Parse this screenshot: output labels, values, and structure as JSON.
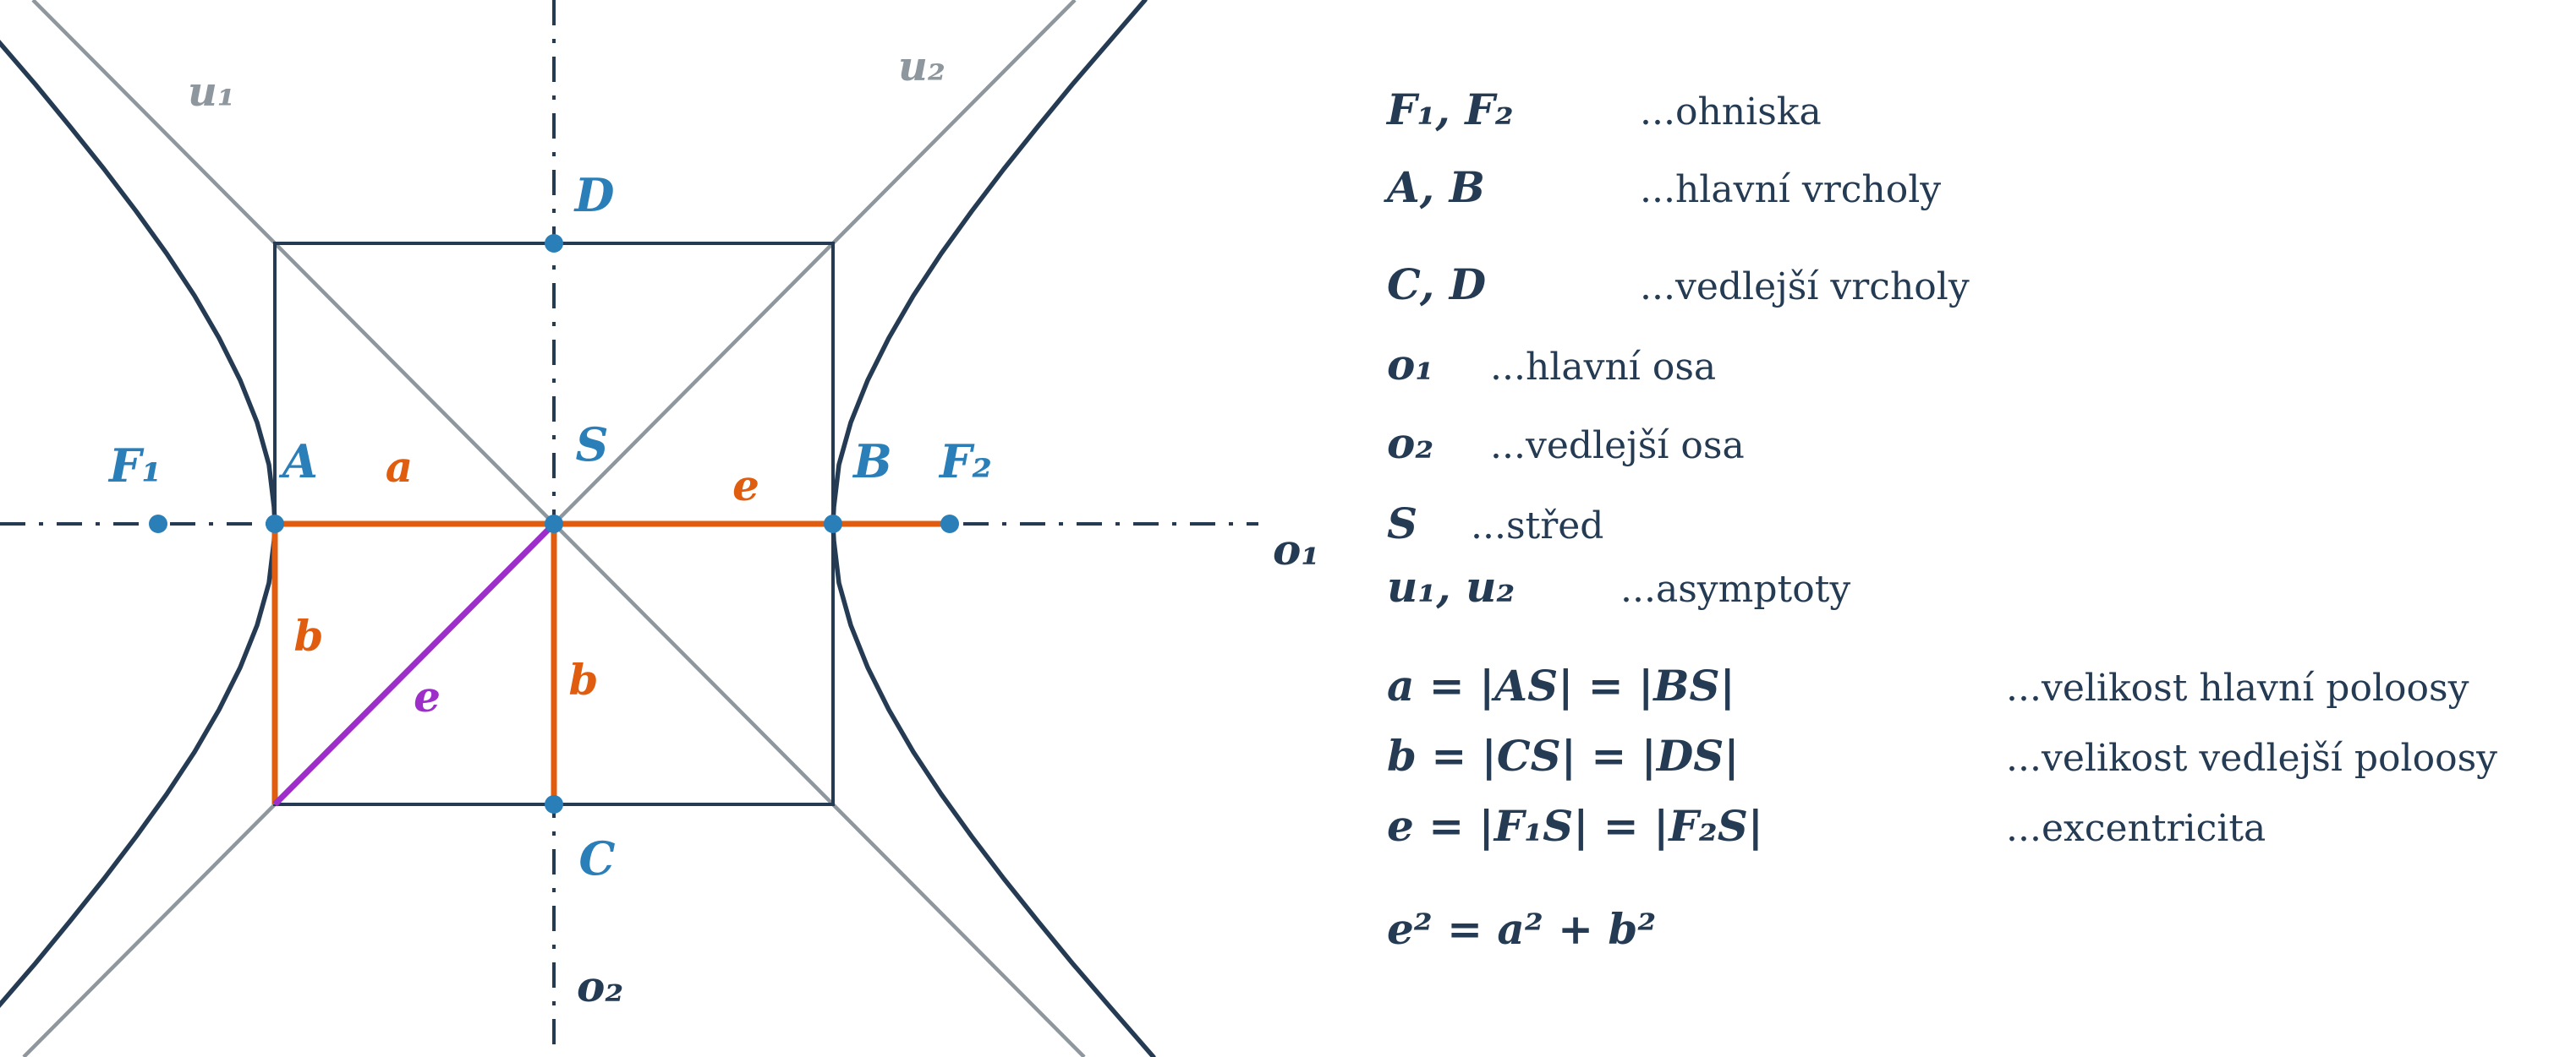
{
  "diagram": {
    "labels": {
      "F1": "F₁",
      "F2": "F₂",
      "A": "A",
      "B": "B",
      "C": "C",
      "D": "D",
      "S": "S",
      "a": "a",
      "b_left": "b",
      "b_center": "b",
      "e_orange": "e",
      "e_purple": "e",
      "u1": "u₁",
      "u2": "u₂",
      "o1": "o₁",
      "o2": "o₂"
    },
    "colors": {
      "curve_navy": "#243b53",
      "asymptote_gray": "#8e979e",
      "point_blue": "#2b7fb8",
      "segment_orange": "#e05c0e",
      "diagonal_purple": "#9d2ec9"
    }
  },
  "legend": {
    "rows": [
      {
        "symbol": "F₁, F₂",
        "desc": "...ohniska"
      },
      {
        "symbol": "A, B",
        "desc": "...hlavní vrcholy"
      },
      {
        "symbol": "C, D",
        "desc": "...vedlejší vrcholy"
      },
      {
        "symbol": "o₁",
        "desc": "...hlavní osa"
      },
      {
        "symbol": "o₂",
        "desc": "...vedlejší osa"
      },
      {
        "symbol": "S",
        "desc": "...střed"
      },
      {
        "symbol": "u₁, u₂",
        "desc": "...asymptoty"
      },
      {
        "symbol": "a = |AS| = |BS|",
        "desc": "...velikost hlavní poloosy"
      },
      {
        "symbol": "b = |CS| = |DS|",
        "desc": "...velikost vedlejší poloosy"
      },
      {
        "symbol": "e = |F₁S| = |F₂S|",
        "desc": "...excentricita"
      },
      {
        "symbol": "e² = a² + b²",
        "desc": ""
      }
    ]
  }
}
